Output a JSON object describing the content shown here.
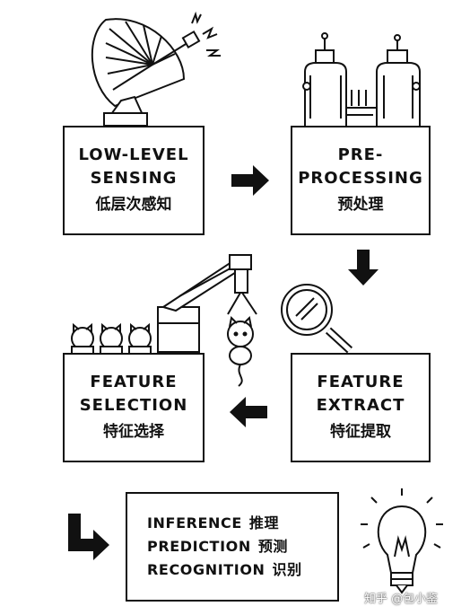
{
  "steps": [
    {
      "en_line1": "LOW-LEVEL",
      "en_line2": "SENSING",
      "zh": "低层次感知"
    },
    {
      "en_line1": "PRE-",
      "en_line2": "PROCESSING",
      "zh": "预处理"
    },
    {
      "en_line1": "FEATURE",
      "en_line2": "EXTRACT",
      "zh": "特征提取"
    },
    {
      "en_line1": "FEATURE",
      "en_line2": "SELECTION",
      "zh": "特征选择"
    }
  ],
  "final": [
    {
      "en": "INFERENCE",
      "zh": "推理"
    },
    {
      "en": "PREDICTION",
      "zh": "预测"
    },
    {
      "en": "RECOGNITION",
      "zh": "识别"
    }
  ],
  "watermark": "知乎 @包小鉴",
  "icons": [
    "satellite-dish-icon",
    "distillation-apparatus-icon",
    "magnifying-glass-icon",
    "robotic-crane-icon",
    "cat-toys-icon",
    "lightbulb-icon",
    "arrow-right-icon",
    "arrow-down-icon",
    "arrow-left-icon",
    "arrow-elbow-icon"
  ],
  "colors": {
    "ink": "#111111",
    "background": "#ffffff"
  }
}
